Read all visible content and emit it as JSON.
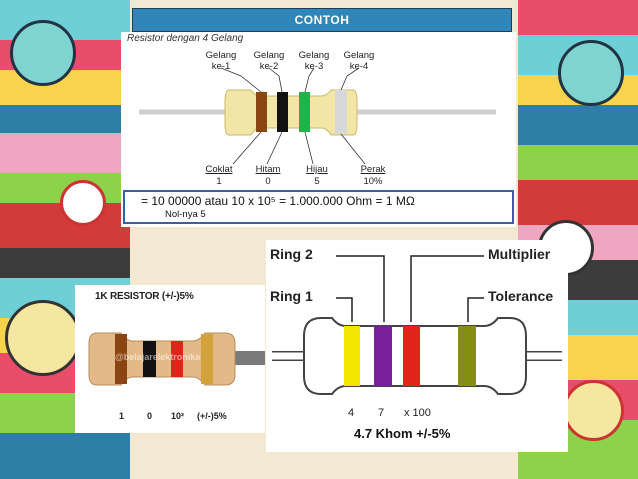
{
  "slide": {
    "title": "CONTOH"
  },
  "example_4band": {
    "heading": "Resistor dengan 4 Gelang",
    "band_labels": [
      "Gelang\nke-1",
      "Gelang\nke-2",
      "Gelang\nke-3",
      "Gelang\nke-4"
    ],
    "colors": [
      {
        "name": "Coklat",
        "value": "1",
        "hex": "#8b4513"
      },
      {
        "name": "Hitam",
        "value": "0",
        "hex": "#111111"
      },
      {
        "name": "Hijau",
        "value": "5",
        "hex": "#1fb34a"
      },
      {
        "name": "Perak",
        "value": "10%",
        "hex": "#d8d8d8"
      }
    ],
    "formula": "= 10 00000 atau 10 x 10⁵ = 1.000.000 Ohm = 1 MΩ",
    "formula_note": "Nol-nya 5"
  },
  "example_1k": {
    "title": "1K RESISTOR (+/-)5%",
    "watermark": "@belajarelektronika",
    "codes": [
      "1",
      "0",
      "10²",
      "(+/-)5%"
    ],
    "band_colors": [
      "#8b4513",
      "#111111",
      "#e2231a",
      "#d4a23a"
    ]
  },
  "example_47k": {
    "ring_labels": [
      "Ring 2",
      "Ring 1",
      "Multiplier",
      "Tolerance"
    ],
    "digits": [
      "4",
      "7",
      "x 100"
    ],
    "band_colors": [
      "#f2e600",
      "#7a1f9c",
      "#e2231a",
      "#858e10"
    ],
    "result": "4.7 Khom +/-5%"
  }
}
